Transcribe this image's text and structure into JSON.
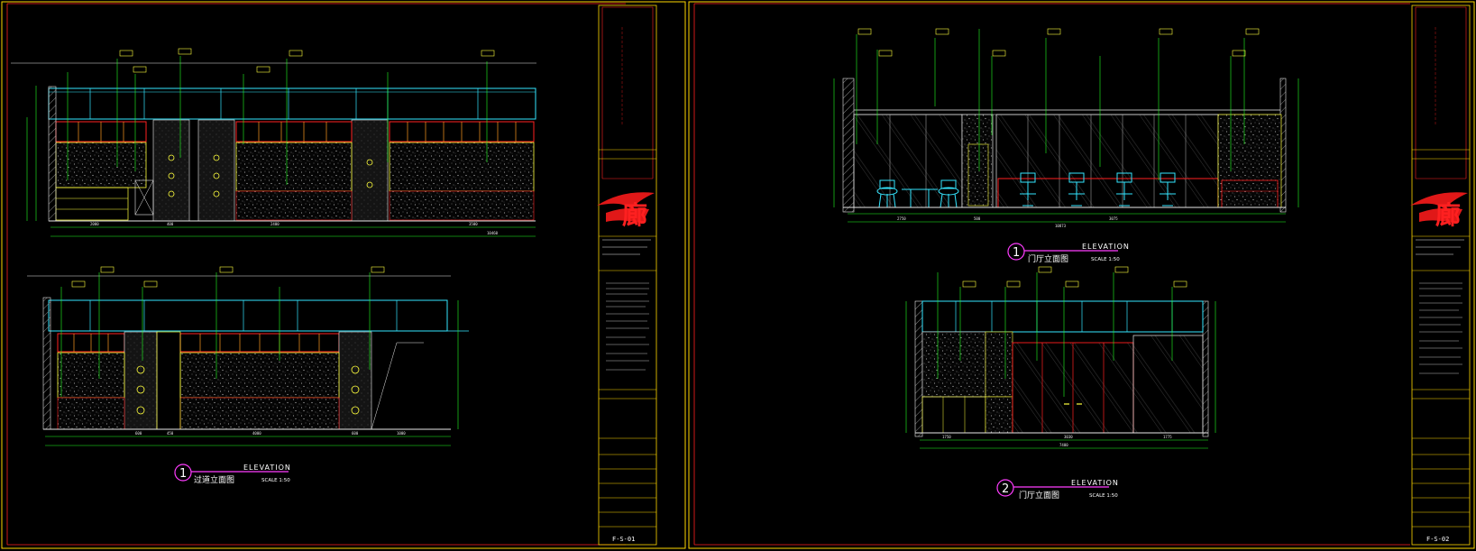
{
  "sheets": [
    {
      "logo": "廊",
      "drawing_no": "F-S-01",
      "views": [
        {
          "num": "1",
          "title_en": "ELEVATION",
          "title_cn": "过道立面图",
          "scale": "SCALE 1:50"
        }
      ]
    },
    {
      "logo": "廊",
      "drawing_no": "F-S-02",
      "views": [
        {
          "num": "1",
          "title_en": "ELEVATION",
          "title_cn": "门厅立面图",
          "scale": "SCALE 1:50"
        },
        {
          "num": "2",
          "title_en": "ELEVATION",
          "title_cn": "门厅立面图",
          "scale": "SCALE 1:50"
        }
      ]
    }
  ],
  "colors": {
    "background": "#000000",
    "frame": "#ffd800",
    "border": "#ff2020",
    "line_cyan": "#34e6ff",
    "line_green": "#22ff22",
    "line_yellow": "#ffff3c",
    "line_white": "#e8e8e8",
    "magenta": "#ff3cff",
    "logo_red": "#e01818"
  }
}
